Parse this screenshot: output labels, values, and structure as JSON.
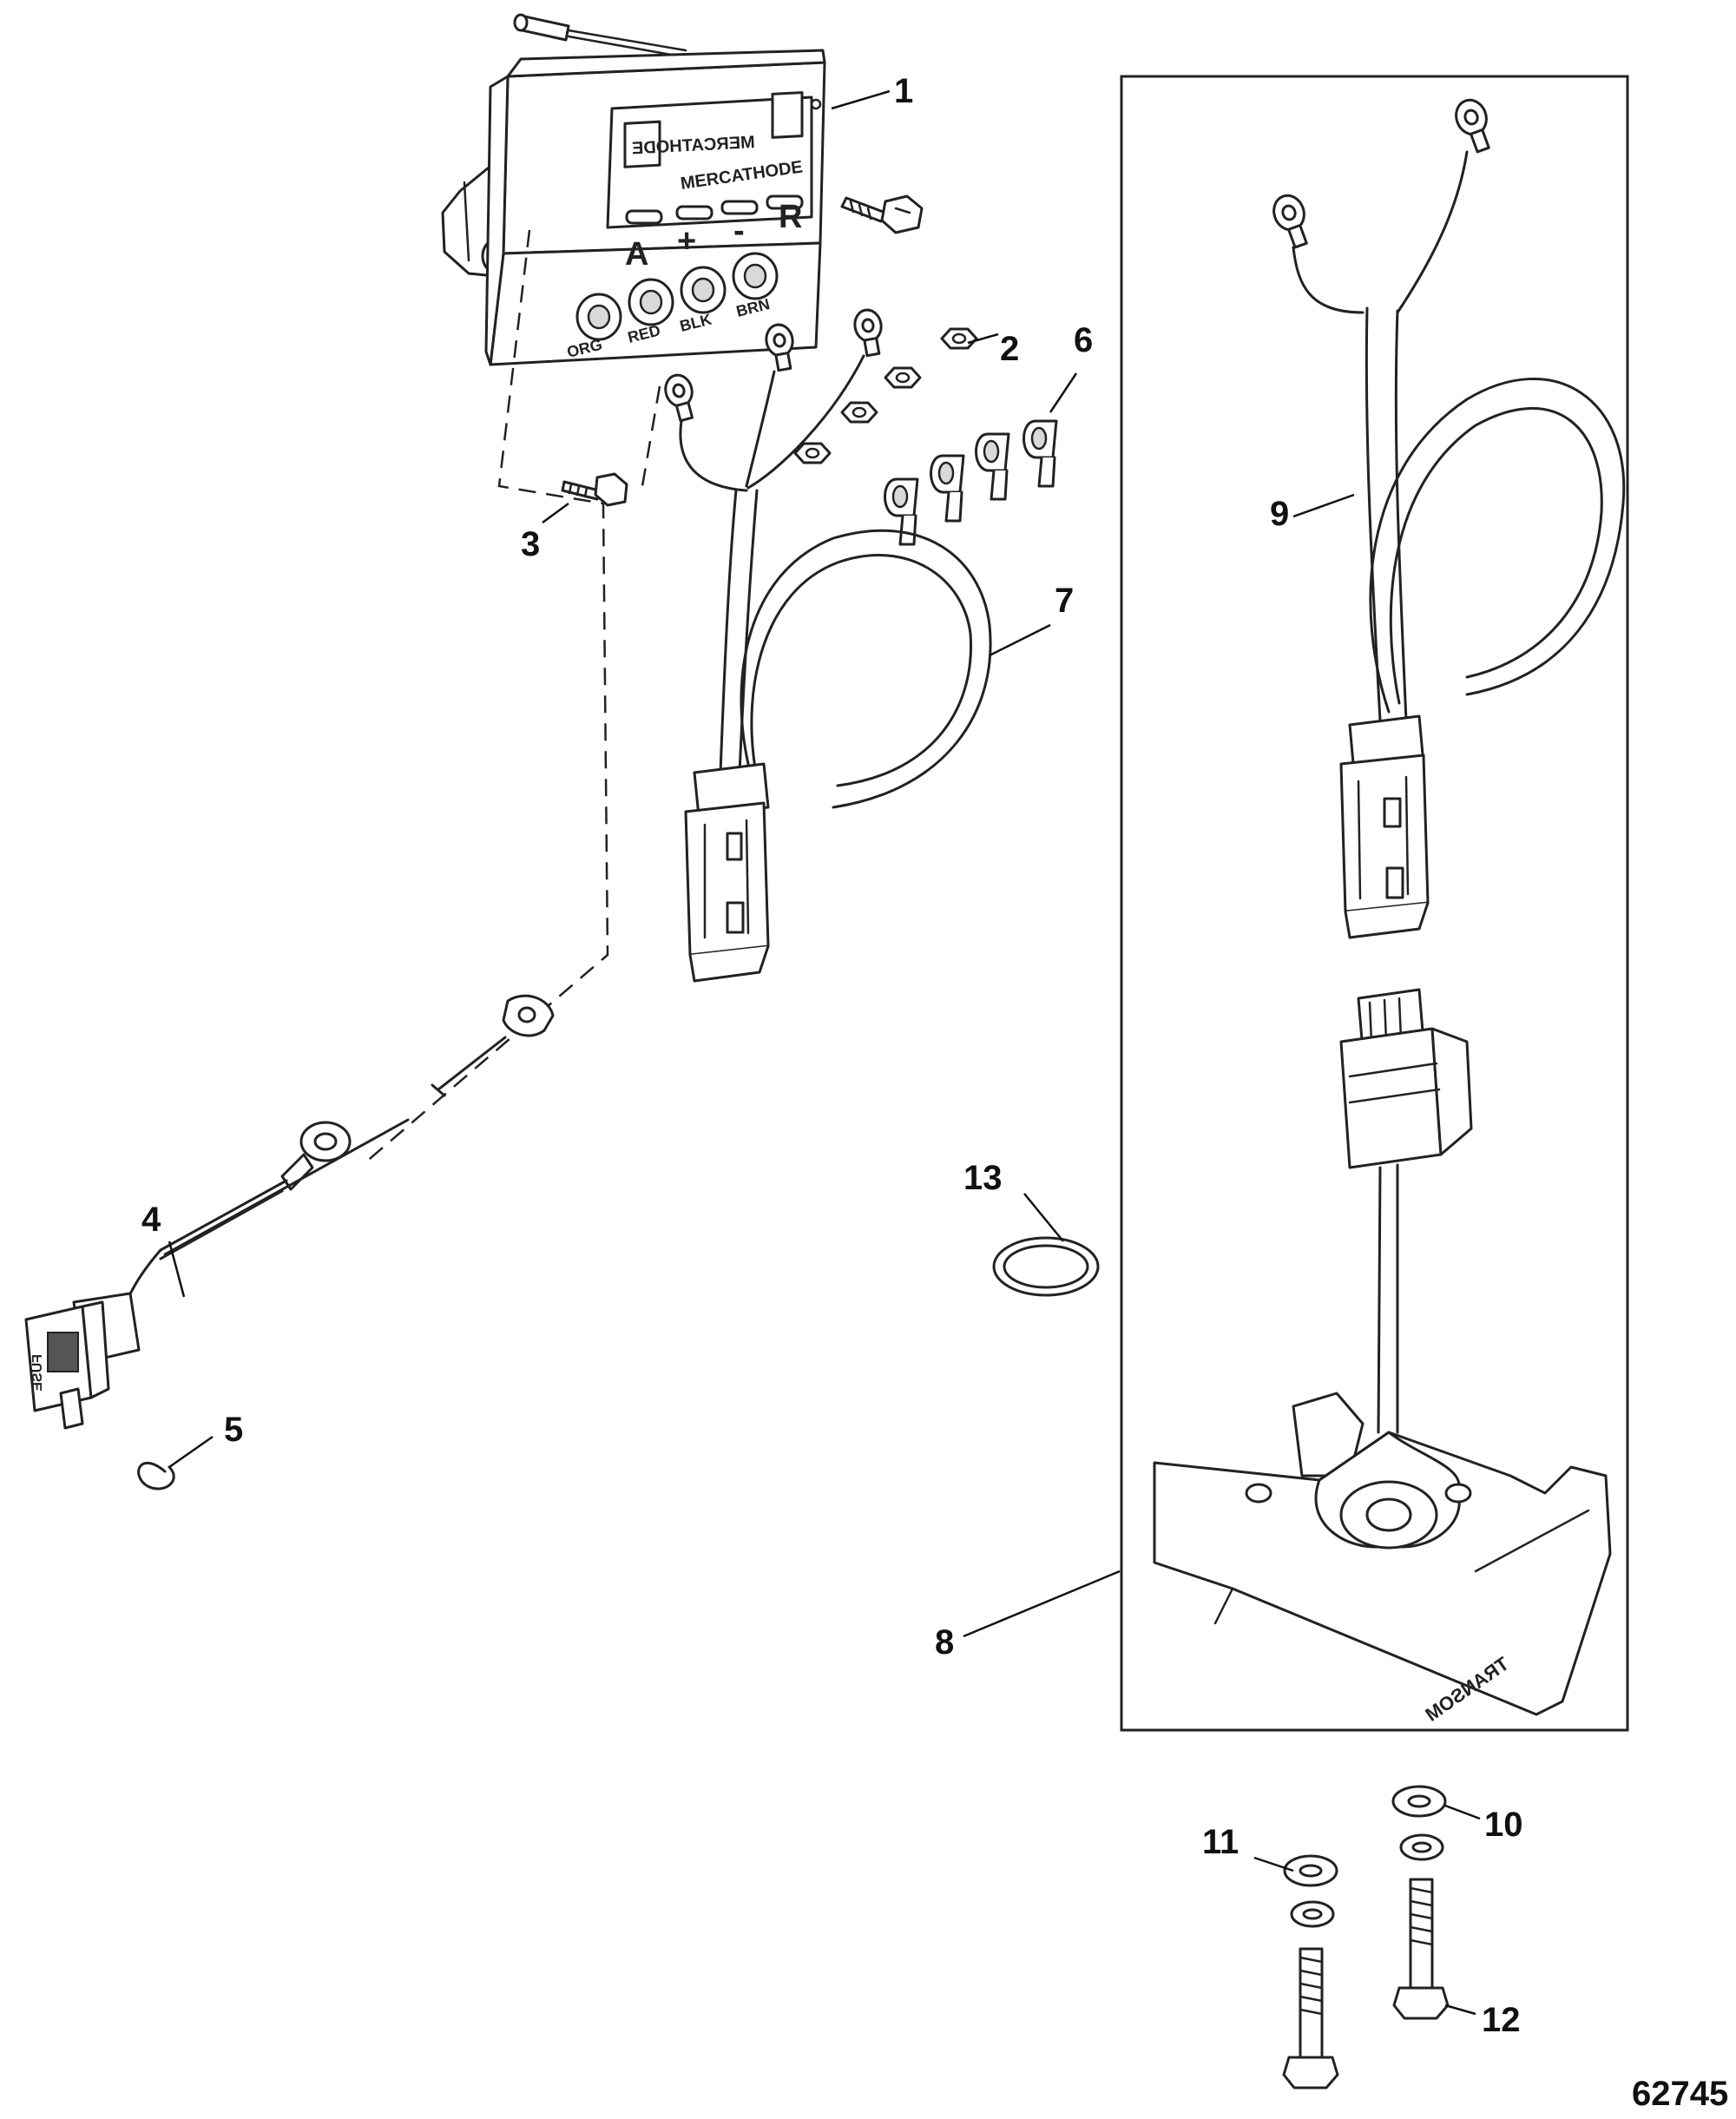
{
  "figure_number": "62745",
  "module_labels": {
    "brand_mirrored": "MERCATHODE",
    "brand": "MERCATHODE",
    "terminal_a": "A",
    "terminal_plus": "+",
    "terminal_minus": "-",
    "terminal_r": "R",
    "wire_org": "ORG",
    "wire_red": "RED",
    "wire_blk": "BLK",
    "wire_brn": "BRN"
  },
  "fuse_label": "FUSE",
  "transom_label": "TRANSOM",
  "callouts": [
    {
      "id": "1",
      "text": "1"
    },
    {
      "id": "2",
      "text": "2"
    },
    {
      "id": "3",
      "text": "3"
    },
    {
      "id": "4",
      "text": "4"
    },
    {
      "id": "5",
      "text": "5"
    },
    {
      "id": "6",
      "text": "6"
    },
    {
      "id": "7",
      "text": "7"
    },
    {
      "id": "8",
      "text": "8"
    },
    {
      "id": "9",
      "text": "9"
    },
    {
      "id": "10",
      "text": "10"
    },
    {
      "id": "11",
      "text": "11"
    },
    {
      "id": "12",
      "text": "12"
    },
    {
      "id": "13",
      "text": "13"
    }
  ]
}
